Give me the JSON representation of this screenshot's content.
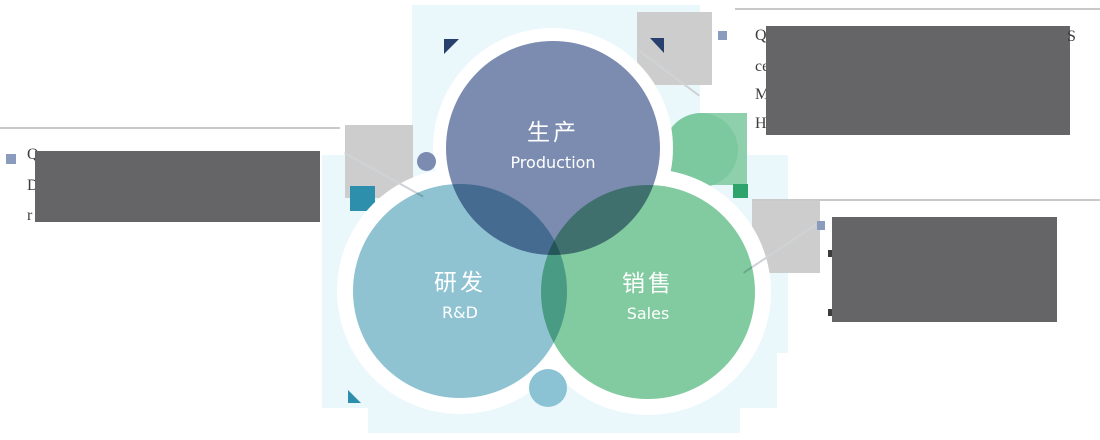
{
  "venn": {
    "production": {
      "zh": "生产",
      "en": "Production"
    },
    "rd": {
      "zh": "研发",
      "en": "R&D"
    },
    "sales": {
      "zh": "销售",
      "en": "Sales"
    }
  },
  "annotations": {
    "left": {
      "redacted": true,
      "fragments": {
        "line1": "Q",
        "line2": "D",
        "line3": "r"
      }
    },
    "top_right": {
      "redacted": true,
      "fragments": {
        "line1_start": "Q",
        "line1_end": "S",
        "line2": "ce",
        "line3": "M",
        "line4": "H"
      }
    },
    "bottom_right": {
      "redacted": true,
      "fragments": {}
    }
  },
  "colors": {
    "background_tint": "#eaf7fb",
    "production_circle": "#7b8cb0",
    "rd_circle": "#8fc3d2",
    "sales_circle": "#82cba0",
    "decor_gray": "#cdcdcd",
    "accent_teal": "#2e8fad",
    "accent_navy": "#27406e",
    "accent_green_light": "#8ed0ab",
    "accent_green_circle": "#7cc9a0",
    "accent_green_dark": "#2ea36b",
    "small_dot_blue": "#7b8cb0",
    "small_dot_lightblue": "#8cc3d4",
    "separator_line": "#c9c9c9",
    "leader_line": "#cfd3d6",
    "bullet_blue": "#8a9bbe",
    "redaction_gray": "#656567",
    "label_text": "#ffffff",
    "fragment_text": "#3c3c3c"
  }
}
